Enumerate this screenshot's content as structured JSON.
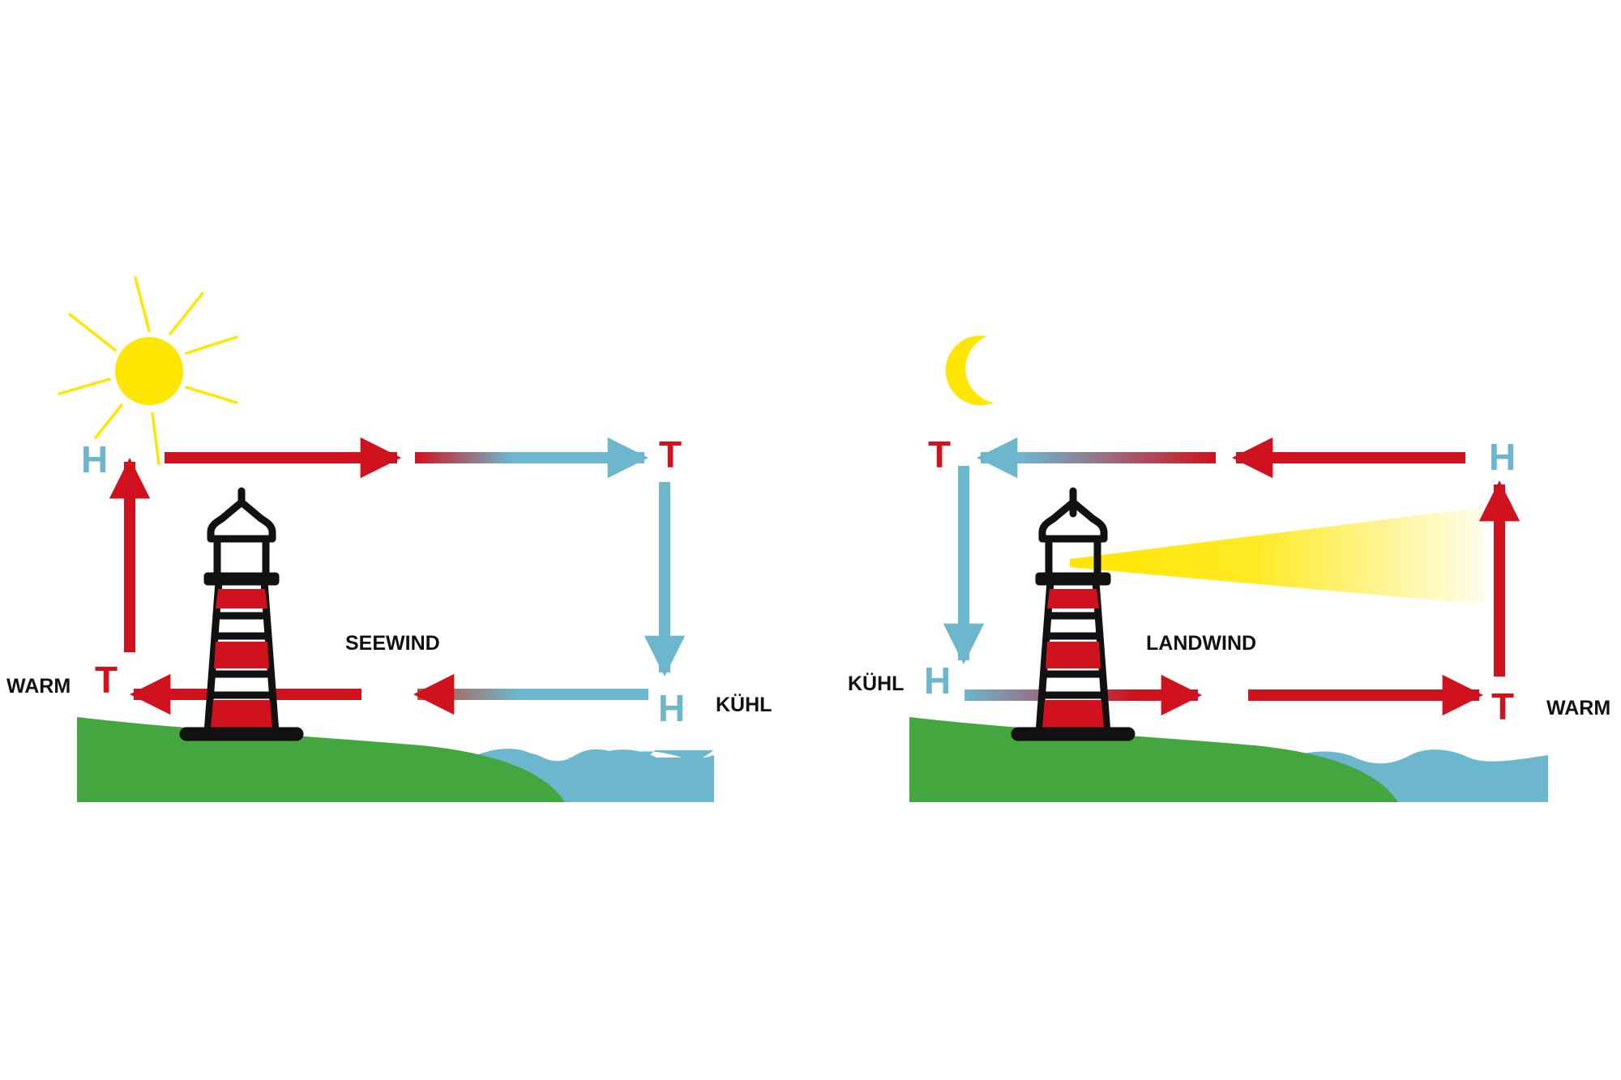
{
  "colors": {
    "warm_red": "#d0111e",
    "cool_blue": "#6cb7ce",
    "land_green": "#43a63f",
    "sea_blue": "#6cb7ce",
    "sun_yellow": "#ffe600",
    "tower_black": "#111111"
  },
  "day_panel": {
    "icon": "sun-icon",
    "wind_label": "SEEWIND",
    "land_low_letter": "T",
    "land_high_letter": "H",
    "sea_low_letter": "T",
    "sea_high_letter": "H",
    "land_temp_label": "WARM",
    "sea_temp_label": "KÜHL"
  },
  "night_panel": {
    "icon": "moon-icon",
    "wind_label": "LANDWIND",
    "land_low_letter": "T",
    "land_high_letter": "H",
    "sea_low_letter": "T",
    "sea_high_letter": "H",
    "land_temp_label": "KÜHL",
    "sea_temp_label": "WARM"
  }
}
